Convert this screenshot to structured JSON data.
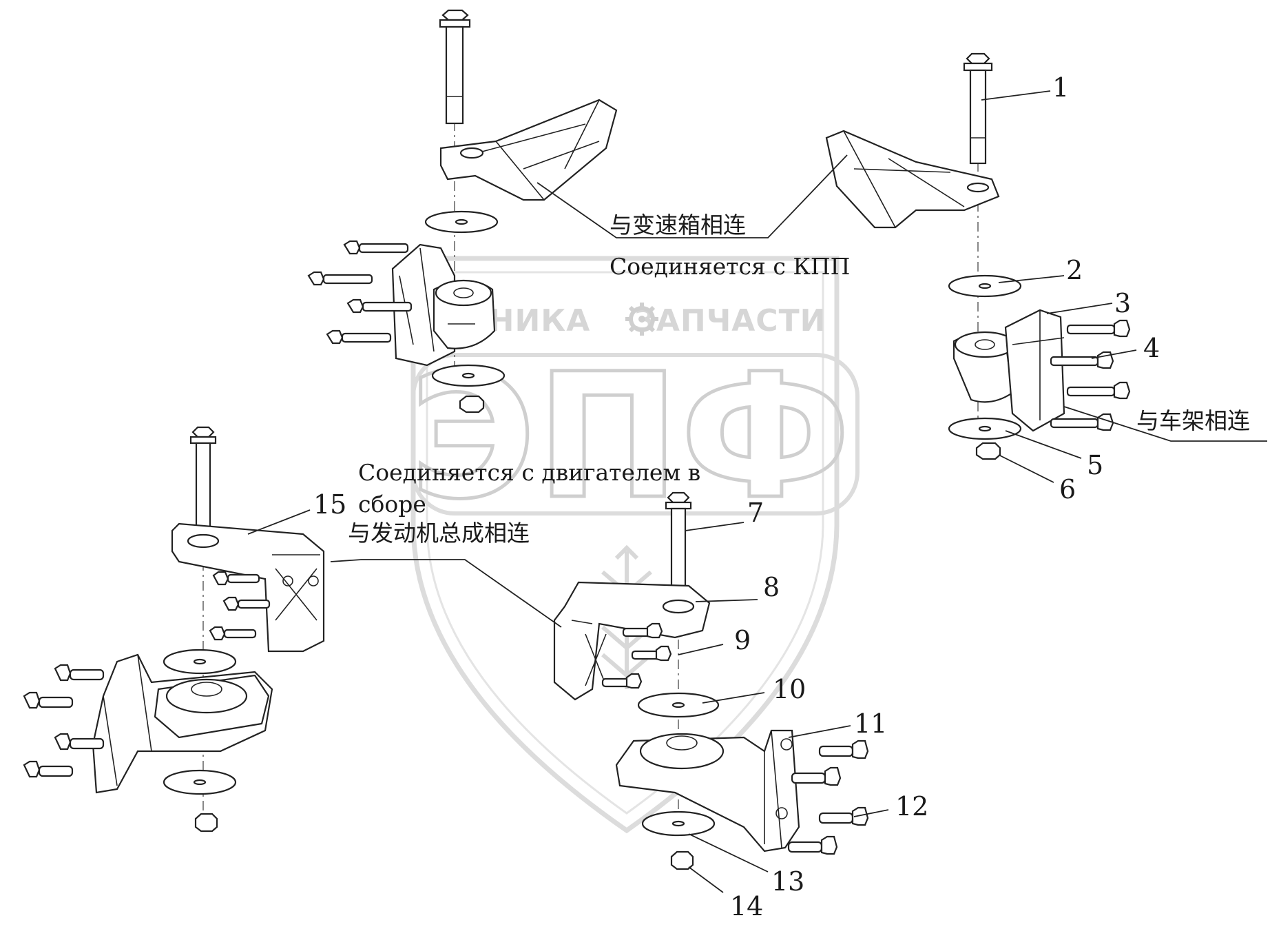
{
  "watermark": {
    "line1_left": "ТЕХНИКА",
    "line1_right": "ЗАПЧАСТИ",
    "big": "ЭПФ"
  },
  "labels": {
    "transmission_cn": "与变速箱相连",
    "transmission_ru": "Соединяется с КПП",
    "frame_cn": "与车架相连",
    "engine_ru_line1": "Соединяется с двигателем в",
    "engine_ru_line2": "сборе",
    "engine_cn": "与发动机总成相连"
  },
  "callouts": [
    "1",
    "2",
    "3",
    "4",
    "5",
    "6",
    "7",
    "8",
    "9",
    "10",
    "11",
    "12",
    "13",
    "14",
    "15"
  ],
  "colors": {
    "ink": "#222222",
    "watermark": "#cfcfcf"
  }
}
